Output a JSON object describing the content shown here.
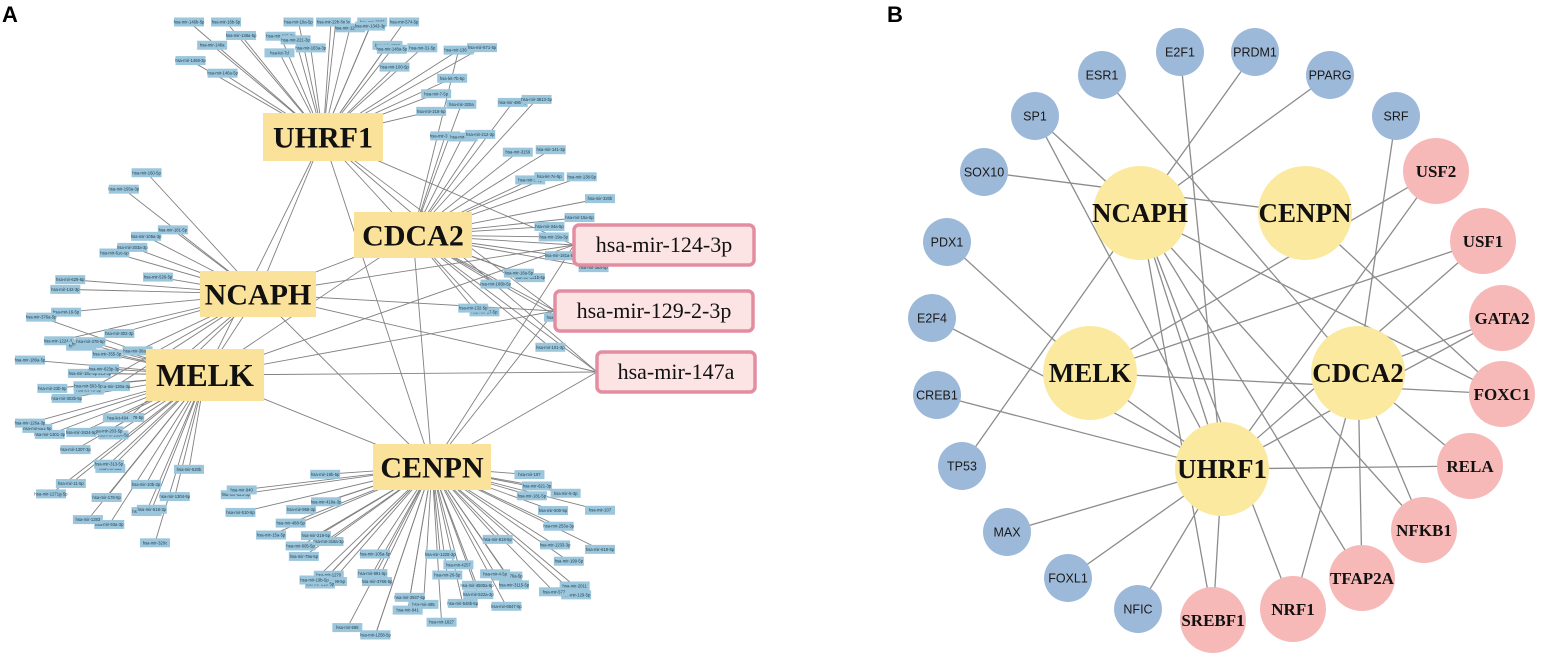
{
  "panels": {
    "a": {
      "letter": "A"
    },
    "b": {
      "letter": "B"
    }
  },
  "panel_a": {
    "hubs": [
      {
        "id": "UHRF1",
        "label": "UHRF1"
      },
      {
        "id": "CDCA2",
        "label": "CDCA2"
      },
      {
        "id": "NCAPH",
        "label": "NCAPH"
      },
      {
        "id": "MELK",
        "label": "MELK"
      },
      {
        "id": "CENPN",
        "label": "CENPN"
      }
    ],
    "key_mirnas": [
      {
        "id": "mir124",
        "label": "hsa-mir-124-3p",
        "targets": [
          "UHRF1",
          "CDCA2",
          "NCAPH",
          "MELK",
          "CENPN"
        ]
      },
      {
        "id": "mir129",
        "label": "hsa-mir-129-2-3p",
        "targets": [
          "UHRF1",
          "CDCA2",
          "NCAPH",
          "MELK",
          "CENPN"
        ]
      },
      {
        "id": "mir147",
        "label": "hsa-mir-147a",
        "targets": [
          "UHRF1",
          "CDCA2",
          "NCAPH",
          "MELK",
          "CENPN"
        ]
      }
    ],
    "mirnas": [
      {
        "label": "hsa-mir-1468-3p",
        "hubs": [
          "UHRF1"
        ]
      },
      {
        "label": "hsa-mir-146a-5p",
        "hubs": [
          "UHRF1"
        ]
      },
      {
        "label": "hsa-mir-146a",
        "hubs": [
          "UHRF1"
        ]
      },
      {
        "label": "hsa-mir-146b-5p",
        "hubs": [
          "UHRF1"
        ]
      },
      {
        "label": "hsa-mir-138a-5p",
        "hubs": [
          "UHRF1"
        ]
      },
      {
        "label": "hsa-mir-16b-5p",
        "hubs": [
          "UHRF1"
        ]
      },
      {
        "label": "hsa-let-7d",
        "hubs": [
          "UHRF1"
        ]
      },
      {
        "label": "hsa-mir-615-3p",
        "hubs": [
          "UHRF1"
        ]
      },
      {
        "label": "hsa-mir-221-3p",
        "hubs": [
          "UHRF1"
        ]
      },
      {
        "label": "hsa-mir-10a-5p",
        "hubs": [
          "UHRF1"
        ]
      },
      {
        "label": "hsa-mir-103a-3p",
        "hubs": [
          "UHRF1"
        ]
      },
      {
        "label": "hsa-mir-20b-5p",
        "hubs": [
          "UHRF1"
        ]
      },
      {
        "label": "hsa-mir-22b-5p",
        "hubs": [
          "UHRF1"
        ]
      },
      {
        "label": "hsa-mir-374b-5p",
        "hubs": [
          "CDCA2"
        ]
      },
      {
        "label": "hsa-mir-320a",
        "hubs": [
          "CDCA2"
        ]
      },
      {
        "label": "hsa-mir-125b-3p",
        "hubs": [
          "UHRF1"
        ]
      },
      {
        "label": "hsa-mir-3607",
        "hubs": [
          "UHRF1"
        ]
      },
      {
        "label": "hsa-mir-449a",
        "hubs": [
          "CDCA2"
        ]
      },
      {
        "label": "hsa-mir-212-3p",
        "hubs": [
          "CDCA2"
        ]
      },
      {
        "label": "hsa-mir-486-3p",
        "hubs": [
          "CDCA2"
        ]
      },
      {
        "label": "hsa-mir-1343-3p",
        "hubs": [
          "UHRF1"
        ]
      },
      {
        "label": "hsa-mir-3613-3p",
        "hubs": [
          "CDCA2"
        ]
      },
      {
        "label": "hsa-mir-574-5p",
        "hubs": [
          "UHRF1"
        ]
      },
      {
        "label": "hsa-mir-4323",
        "hubs": [
          "UHRF1"
        ]
      },
      {
        "label": "hsa-mir-3159",
        "hubs": [
          "CDCA2"
        ]
      },
      {
        "label": "hsa-mir-141-3p",
        "hubs": [
          "CDCA2"
        ]
      },
      {
        "label": "hsa-mir-148a-5p",
        "hubs": [
          "UHRF1"
        ]
      },
      {
        "label": "hsa-mir-100-5p",
        "hubs": [
          "UHRF1"
        ]
      },
      {
        "label": "hsa-mir-31-5p",
        "hubs": [
          "UHRF1"
        ]
      },
      {
        "label": "hsa-mir-136-3p",
        "hubs": [
          "UHRF1",
          "CDCA2"
        ]
      },
      {
        "label": "hsa-mir-9-5p",
        "hubs": [
          "CDCA2"
        ]
      },
      {
        "label": "hsa-let-7e-5p",
        "hubs": [
          "CDCA2"
        ]
      },
      {
        "label": "hsa-mir-671-5p",
        "hubs": [
          "UHRF1"
        ]
      },
      {
        "label": "hsa-let-7b-5p",
        "hubs": [
          "UHRF1"
        ]
      },
      {
        "label": "hsa-mir-7-5p",
        "hubs": [
          "UHRF1"
        ]
      },
      {
        "label": "hsa-mir-218-5p",
        "hubs": [
          "UHRF1"
        ]
      },
      {
        "label": "hsa-mir-138-5p",
        "hubs": [
          "CDCA2"
        ]
      },
      {
        "label": "hsa-mir-320b",
        "hubs": [
          "CDCA2"
        ]
      },
      {
        "label": "hsa-mir-378-5p",
        "hubs": [
          "NCAPH"
        ]
      },
      {
        "label": "hsa-mir-15a-5p",
        "hubs": [
          "CDCA2"
        ]
      },
      {
        "label": "hsa-mir-214-3p",
        "hubs": [
          "NCAPH"
        ]
      },
      {
        "label": "hsa-mir-34a-5p",
        "hubs": [
          "CDCA2"
        ]
      },
      {
        "label": "hsa-mir-19a-3p",
        "hubs": [
          "CDCA2"
        ]
      },
      {
        "label": "hsa-mir-130a-3p",
        "hubs": [
          "NCAPH"
        ]
      },
      {
        "label": "hsa-let-7b-5p",
        "hubs": [
          "NCAPH"
        ]
      },
      {
        "label": "hsa-mir-30a-5p",
        "hubs": [
          "NCAPH"
        ]
      },
      {
        "label": "hsa-mir-302-3p",
        "hubs": [
          "NCAPH"
        ]
      },
      {
        "label": "hsa-mir-1224-3p",
        "hubs": [
          "NCAPH"
        ]
      },
      {
        "label": "hsa-mir-16-5p",
        "hubs": [
          "NCAPH"
        ]
      },
      {
        "label": "hsa-mir-181a-5p",
        "hubs": [
          "CDCA2"
        ]
      },
      {
        "label": "hsa-mir-36a-5p",
        "hubs": [
          "CDCA2"
        ]
      },
      {
        "label": "hsa-mir-181b-5p",
        "hubs": [
          "CDCA2"
        ]
      },
      {
        "label": "hsa-mir-16a-5p",
        "hubs": [
          "CDCA2"
        ]
      },
      {
        "label": "hsa-mir-1224",
        "hubs": [
          "CDCA2"
        ]
      },
      {
        "label": "hsa-mir-142-3p",
        "hubs": [
          "NCAPH"
        ]
      },
      {
        "label": "hsa-mir-629-5p",
        "hubs": [
          "NCAPH"
        ]
      },
      {
        "label": "hsa-mir-526-5p",
        "hubs": [
          "NCAPH"
        ]
      },
      {
        "label": "hsa-mir-106b-5p",
        "hubs": [
          "CDCA2"
        ]
      },
      {
        "label": "hsa-mir-101-3p",
        "hubs": [
          "CDCA2"
        ]
      },
      {
        "label": "hsa-mir-17-5p",
        "hubs": [
          "CDCA2"
        ]
      },
      {
        "label": "hsa-mir-132-5p",
        "hubs": [
          "CDCA2"
        ]
      },
      {
        "label": "hsa-mir-616-5p",
        "hubs": [
          "NCAPH"
        ]
      },
      {
        "label": "hsa-mir-203a-3p",
        "hubs": [
          "NCAPH"
        ]
      },
      {
        "label": "hsa-mir-105a-3p",
        "hubs": [
          "NCAPH"
        ]
      },
      {
        "label": "hsa-mir-181-5p",
        "hubs": [
          "NCAPH"
        ]
      },
      {
        "label": "hsa-mir-197",
        "hubs": [
          "CENPN"
        ]
      },
      {
        "label": "hsa-mir-621-3p",
        "hubs": [
          "CENPN"
        ]
      },
      {
        "label": "hsa-mir-520b",
        "hubs": [
          "MELK"
        ]
      },
      {
        "label": "hsa-mir-1304-5p",
        "hubs": [
          "MELK"
        ]
      },
      {
        "label": "hsa-mir-193a-3p",
        "hubs": [
          "NCAPH"
        ]
      },
      {
        "label": "hsa-mir-160-5p",
        "hubs": [
          "NCAPH"
        ]
      },
      {
        "label": "hsa-mir-320c",
        "hubs": [
          "MELK"
        ]
      },
      {
        "label": "hsa-mir-308-5p",
        "hubs": [
          "MELK"
        ]
      },
      {
        "label": "hsa-mir-5-3p",
        "hubs": [
          "CENPN"
        ]
      },
      {
        "label": "hsa-mir-107",
        "hubs": [
          "CENPN"
        ]
      },
      {
        "label": "hsa-mir-181-5p",
        "hubs": [
          "CENPN"
        ]
      },
      {
        "label": "hsa-mir-500-5p",
        "hubs": [
          "CENPN"
        ]
      },
      {
        "label": "hsa-mir-518-3p",
        "hubs": [
          "MELK"
        ]
      },
      {
        "label": "hsa-mir-10b-3p",
        "hubs": [
          "MELK"
        ]
      },
      {
        "label": "hsa-mir-93a-3p",
        "hubs": [
          "MELK"
        ]
      },
      {
        "label": "hsa-mir-253a-3p",
        "hubs": [
          "CENPN"
        ]
      },
      {
        "label": "hsa-mir-619-5p",
        "hubs": [
          "CENPN"
        ]
      },
      {
        "label": "hsa-mir-1233-3p",
        "hubs": [
          "CENPN"
        ]
      },
      {
        "label": "hsa-mir-178-5p",
        "hubs": [
          "MELK"
        ]
      },
      {
        "label": "hsa-mir-1283",
        "hubs": [
          "MELK"
        ]
      },
      {
        "label": "hsa-mir-335",
        "hubs": [
          "MELK"
        ]
      },
      {
        "label": "hsa-mir-199-5p",
        "hubs": [
          "CENPN"
        ]
      },
      {
        "label": "hsa-mir-2011",
        "hubs": [
          "CENPN"
        ]
      },
      {
        "label": "hsa-mir-129-5p",
        "hubs": [
          "CENPN"
        ]
      },
      {
        "label": "hsa-mir-577",
        "hubs": [
          "CENPN"
        ]
      },
      {
        "label": "hsa-mir-618-5p",
        "hubs": [
          "CENPN"
        ]
      },
      {
        "label": "hsa-mir-3115-5p",
        "hubs": [
          "CENPN"
        ]
      },
      {
        "label": "hsa-mir-313-5p",
        "hubs": [
          "MELK"
        ]
      },
      {
        "label": "hsa-mir-11-5p",
        "hubs": [
          "MELK"
        ]
      },
      {
        "label": "hsa-mir-376a-5p",
        "hubs": [
          "CENPN"
        ]
      },
      {
        "label": "hsa-mir-6847-5p",
        "hubs": [
          "CENPN"
        ]
      },
      {
        "label": "hsa-mir-4-5p",
        "hubs": [
          "CENPN"
        ]
      },
      {
        "label": "hsa-mir-1271g-5p",
        "hubs": [
          "MELK"
        ]
      },
      {
        "label": "hsa-mir-1364-5p",
        "hubs": [
          "MELK"
        ]
      },
      {
        "label": "hsa-mir-203-5p",
        "hubs": [
          "MELK"
        ]
      },
      {
        "label": "hsa-mir-1307-3p",
        "hubs": [
          "MELK"
        ]
      },
      {
        "label": "hsa-let-494",
        "hubs": [
          "MELK"
        ]
      },
      {
        "label": "hsa-mir-522a-3p",
        "hubs": [
          "CENPN"
        ]
      },
      {
        "label": "hsa-mir-3424-5p",
        "hubs": [
          "MELK"
        ]
      },
      {
        "label": "hsa-mir-1301-3p",
        "hubs": [
          "MELK"
        ]
      },
      {
        "label": "hsa-mir-651-5p",
        "hubs": [
          "MELK"
        ]
      },
      {
        "label": "hsa-mir-126a-3p",
        "hubs": [
          "MELK"
        ]
      },
      {
        "label": "hsa-mir-303b-5p",
        "hubs": [
          "MELK"
        ]
      },
      {
        "label": "hsa-mir-503-5p",
        "hubs": [
          "MELK"
        ]
      },
      {
        "label": "hsa-mir-4500a-5p",
        "hubs": [
          "CENPN"
        ]
      },
      {
        "label": "hsa-mir-548b-5p",
        "hubs": [
          "CENPN"
        ]
      },
      {
        "label": "hsa-mir-4257",
        "hubs": [
          "CENPN"
        ]
      },
      {
        "label": "hsa-mir-26-5p",
        "hubs": [
          "CENPN"
        ]
      },
      {
        "label": "hsa-mir-23b-5p",
        "hubs": [
          "MELK"
        ]
      },
      {
        "label": "hsa-mir-1228-3p",
        "hubs": [
          "CENPN"
        ]
      },
      {
        "label": "hsa-mir-1827",
        "hubs": [
          "CENPN"
        ]
      },
      {
        "label": "hsa-mir-495",
        "hubs": [
          "CENPN"
        ]
      },
      {
        "label": "hsa-mir-3513-3p",
        "hubs": [
          "MELK"
        ]
      },
      {
        "label": "hsa-mir-182-5p",
        "hubs": [
          "MELK"
        ]
      },
      {
        "label": "hsa-mir-623p-3p",
        "hubs": [
          "MELK"
        ]
      },
      {
        "label": "hsa-mir-186a-5p",
        "hubs": [
          "MELK"
        ]
      },
      {
        "label": "hsa-mir-355-3p",
        "hubs": [
          "MELK"
        ]
      },
      {
        "label": "hsa-mir-3116",
        "hubs": [
          "MELK"
        ]
      },
      {
        "label": "hsa-mir-5193-5p",
        "hubs": [
          "MELK"
        ]
      },
      {
        "label": "hsa-mir-3937-5p",
        "hubs": [
          "CENPN"
        ]
      },
      {
        "label": "hsa-mir-941",
        "hubs": [
          "CENPN"
        ]
      },
      {
        "label": "hsa-mir-130-5p",
        "hubs": [
          "CENPN"
        ]
      },
      {
        "label": "hsa-mir-1258-5p",
        "hubs": [
          "CENPN"
        ]
      },
      {
        "label": "hsa-mir-3766-5p",
        "hubs": [
          "CENPN"
        ]
      },
      {
        "label": "hsa-mir-378-5p",
        "hubs": [
          "MELK"
        ]
      },
      {
        "label": "hsa-mir-376a-5p",
        "hubs": [
          "MELK"
        ]
      },
      {
        "label": "hsa-mir-595",
        "hubs": [
          "CENPN"
        ]
      },
      {
        "label": "hsa-mir-891-5p",
        "hubs": [
          "CENPN"
        ]
      },
      {
        "label": "hsa-mir-105a-5p",
        "hubs": [
          "CENPN"
        ]
      },
      {
        "label": "hsa-mir-99-5p",
        "hubs": [
          "CENPN"
        ]
      },
      {
        "label": "hsa-mir-216-5p",
        "hubs": [
          "CENPN"
        ]
      },
      {
        "label": "hsa-mir-1270",
        "hubs": [
          "CENPN"
        ]
      },
      {
        "label": "hsa-mir-19b-5p",
        "hubs": [
          "CENPN"
        ]
      },
      {
        "label": "hsa-mir-79a-5p",
        "hubs": [
          "CENPN"
        ]
      },
      {
        "label": "hsa-mir-318a-3p",
        "hubs": [
          "CENPN"
        ]
      },
      {
        "label": "hsa-mir-605-5p",
        "hubs": [
          "CENPN"
        ]
      },
      {
        "label": "hsa-mir-219-5p",
        "hubs": [
          "CENPN"
        ]
      },
      {
        "label": "hsa-mir-15a-5p",
        "hubs": [
          "CENPN"
        ]
      },
      {
        "label": "hsa-mir-488-5p",
        "hubs": [
          "CENPN"
        ]
      },
      {
        "label": "hsa-mir-958-3p",
        "hubs": [
          "CENPN"
        ]
      },
      {
        "label": "hsa-mir-418a-3p",
        "hubs": [
          "CENPN"
        ]
      },
      {
        "label": "hsa-mir-510-5p",
        "hubs": [
          "CENPN"
        ]
      },
      {
        "label": "hsa-mir-623-5p",
        "hubs": [
          "CENPN"
        ]
      },
      {
        "label": "hsa-mir-940",
        "hubs": [
          "CENPN"
        ]
      },
      {
        "label": "hsa-mir-19b-5p",
        "hubs": [
          "CENPN"
        ]
      }
    ]
  },
  "panel_b": {
    "genes": [
      {
        "id": "NCAPH",
        "label": "NCAPH"
      },
      {
        "id": "CENPN",
        "label": "CENPN"
      },
      {
        "id": "MELK",
        "label": "MELK"
      },
      {
        "id": "CDCA2",
        "label": "CDCA2"
      },
      {
        "id": "UHRF1",
        "label": "UHRF1"
      }
    ],
    "tfs_blue": [
      {
        "id": "E2F1",
        "label": "E2F1"
      },
      {
        "id": "PRDM1",
        "label": "PRDM1"
      },
      {
        "id": "ESR1",
        "label": "ESR1"
      },
      {
        "id": "PPARG",
        "label": "PPARG"
      },
      {
        "id": "SP1",
        "label": "SP1"
      },
      {
        "id": "SRF",
        "label": "SRF"
      },
      {
        "id": "SOX10",
        "label": "SOX10"
      },
      {
        "id": "PDX1",
        "label": "PDX1"
      },
      {
        "id": "E2F4",
        "label": "E2F4"
      },
      {
        "id": "CREB1",
        "label": "CREB1"
      },
      {
        "id": "TP53",
        "label": "TP53"
      },
      {
        "id": "MAX",
        "label": "MAX"
      },
      {
        "id": "FOXL1",
        "label": "FOXL1"
      },
      {
        "id": "NFIC",
        "label": "NFIC"
      }
    ],
    "tfs_pink": [
      {
        "id": "USF2",
        "label": "USF2"
      },
      {
        "id": "USF1",
        "label": "USF1"
      },
      {
        "id": "GATA2",
        "label": "GATA2"
      },
      {
        "id": "FOXC1",
        "label": "FOXC1"
      },
      {
        "id": "RELA",
        "label": "RELA"
      },
      {
        "id": "NFKB1",
        "label": "NFKB1"
      },
      {
        "id": "TFAP2A",
        "label": "TFAP2A"
      },
      {
        "id": "NRF1",
        "label": "NRF1"
      },
      {
        "id": "SREBF1",
        "label": "SREBF1"
      }
    ],
    "edges": [
      [
        "E2F1",
        "UHRF1"
      ],
      [
        "PRDM1",
        "NCAPH"
      ],
      [
        "ESR1",
        "CDCA2"
      ],
      [
        "PPARG",
        "NCAPH"
      ],
      [
        "SP1",
        "NCAPH"
      ],
      [
        "SP1",
        "UHRF1"
      ],
      [
        "SRF",
        "CDCA2"
      ],
      [
        "SOX10",
        "CENPN"
      ],
      [
        "PDX1",
        "MELK"
      ],
      [
        "E2F4",
        "UHRF1"
      ],
      [
        "CREB1",
        "UHRF1"
      ],
      [
        "TP53",
        "NCAPH"
      ],
      [
        "MAX",
        "UHRF1"
      ],
      [
        "FOXL1",
        "UHRF1"
      ],
      [
        "NFIC",
        "UHRF1"
      ],
      [
        "USF2",
        "MELK"
      ],
      [
        "USF2",
        "UHRF1"
      ],
      [
        "USF1",
        "MELK"
      ],
      [
        "USF1",
        "UHRF1"
      ],
      [
        "GATA2",
        "UHRF1"
      ],
      [
        "GATA2",
        "CDCA2"
      ],
      [
        "FOXC1",
        "MELK"
      ],
      [
        "FOXC1",
        "CENPN"
      ],
      [
        "FOXC1",
        "NCAPH"
      ],
      [
        "RELA",
        "UHRF1"
      ],
      [
        "RELA",
        "CDCA2"
      ],
      [
        "NFKB1",
        "NCAPH"
      ],
      [
        "NFKB1",
        "CDCA2"
      ],
      [
        "TFAP2A",
        "NCAPH"
      ],
      [
        "TFAP2A",
        "CDCA2"
      ],
      [
        "NRF1",
        "NCAPH"
      ],
      [
        "NRF1",
        "CDCA2"
      ],
      [
        "SREBF1",
        "NCAPH"
      ],
      [
        "SREBF1",
        "UHRF1"
      ],
      [
        "NCAPH",
        "UHRF1"
      ],
      [
        "MELK",
        "UHRF1"
      ]
    ]
  }
}
